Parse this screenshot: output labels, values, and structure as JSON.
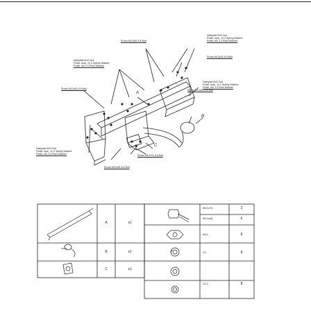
{
  "callouts": [
    {
      "id": "c1",
      "lines": [
        "Śruba M12x45-8.8 Bolt"
      ]
    },
    {
      "id": "c2",
      "lines": [
        "Nakrętka M12 Nut",
        "Podkł. sprę. 12.2 Spring Washer",
        "Podkł. okr. 13 Plain Washer"
      ]
    },
    {
      "id": "c3",
      "lines": [
        "Śruba M12x45-8.8 Bolt"
      ]
    },
    {
      "id": "c4",
      "lines": [
        "Nakrętka M12 Nut",
        "Podkł. sprę. 12.2 Spring Washer",
        "Podkł. okr. 13 Plain Washer"
      ]
    },
    {
      "id": "c5",
      "lines": [
        "Śruba M12x45-8.8 Bolt"
      ]
    },
    {
      "id": "c6",
      "lines": [
        "Nakrętka M12 Nut",
        "Podkł. sprę. 12.2 Spring Washer",
        "Podkł. okr. 13 Plain Washer"
      ]
    },
    {
      "id": "c7",
      "lines": [
        "Śruba M12x45-8.8 Bolt"
      ]
    },
    {
      "id": "c8",
      "lines": [
        "Nakrętka M12 Nut",
        "Podkł. sprę. 12.2 Spring Washer",
        "Podkł. okr. 13 Plain Washer"
      ]
    },
    {
      "id": "c9",
      "lines": [
        "Śruba M12x70-8.8 Bolt"
      ]
    },
    {
      "id": "c10",
      "lines": [
        "Śruba M12x45-8.8 Bolt"
      ]
    }
  ],
  "letters": {
    "a": "A",
    "b": "B",
    "c": "C"
  },
  "parts_table": [
    {
      "letter": "A",
      "qty": "x1"
    },
    {
      "letter": "B",
      "qty": "x1"
    },
    {
      "letter": "C",
      "qty": "x1"
    }
  ],
  "hardware_table": [
    {
      "spec": "M12x70",
      "qty": "2"
    },
    {
      "spec": "M12x45",
      "qty": "6"
    },
    {
      "spec": "M12",
      "qty": "8"
    },
    {
      "spec": "13",
      "qty": "8"
    },
    {
      "spec": "12.2",
      "qty": "8"
    }
  ]
}
